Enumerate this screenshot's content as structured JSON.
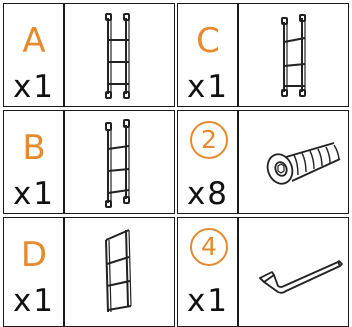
{
  "accent_color": "#e58a2e",
  "parts": [
    {
      "id": "part-a",
      "label": "A",
      "qty": "x1",
      "item": "frame-panel-tall"
    },
    {
      "id": "part-c",
      "label": "C",
      "qty": "x1",
      "item": "frame-panel-tall"
    },
    {
      "id": "part-b",
      "label": "B",
      "qty": "x1",
      "item": "frame-panel-tall"
    },
    {
      "id": "part-2",
      "label": "2",
      "qty": "x8",
      "item": "screw-bolt"
    },
    {
      "id": "part-d",
      "label": "D",
      "qty": "x1",
      "item": "frame-panel-slanted"
    },
    {
      "id": "part-4",
      "label": "4",
      "qty": "x1",
      "item": "hex-key"
    }
  ]
}
